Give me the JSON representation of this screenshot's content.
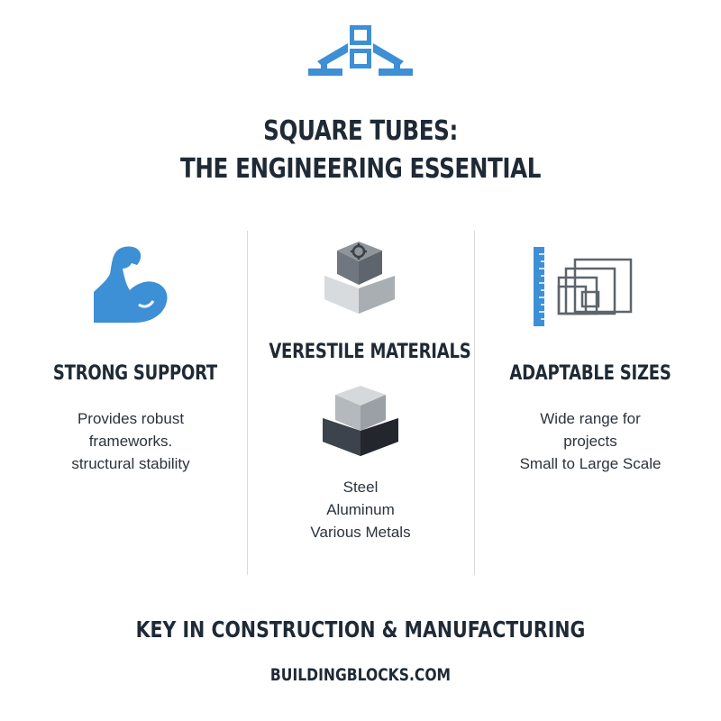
{
  "header": {
    "logo_icon": "square-tube-structure-icon",
    "title_line1": "SQUARE TUBES:",
    "title_line2": "THE ENGINEERING ESSENTIAL"
  },
  "columns": [
    {
      "icon": "flexed-arm-icon",
      "title": "STRONG SUPPORT",
      "lines": [
        "Provides robust",
        "frameworks.",
        "structural stability"
      ]
    },
    {
      "icon": "metal-blocks-icon",
      "title": "VERESTILE MATERIALS",
      "lines": [
        "Steel",
        "Aluminum",
        "Various Metals"
      ]
    },
    {
      "icon": "ruler-nested-squares-icon",
      "title": "ADAPTABLE SIZES",
      "lines": [
        "Wide range for",
        "projects",
        "Small to Large Scale"
      ]
    }
  ],
  "footer": {
    "tagline": "KEY IN CONSTRUCTION & MANUFACTURING",
    "website": "BUILDINGBLOCKS.COM"
  },
  "colors": {
    "accent_blue": "#3d8fd6",
    "heading": "#1f2a36",
    "divider": "#d6d9dd"
  }
}
